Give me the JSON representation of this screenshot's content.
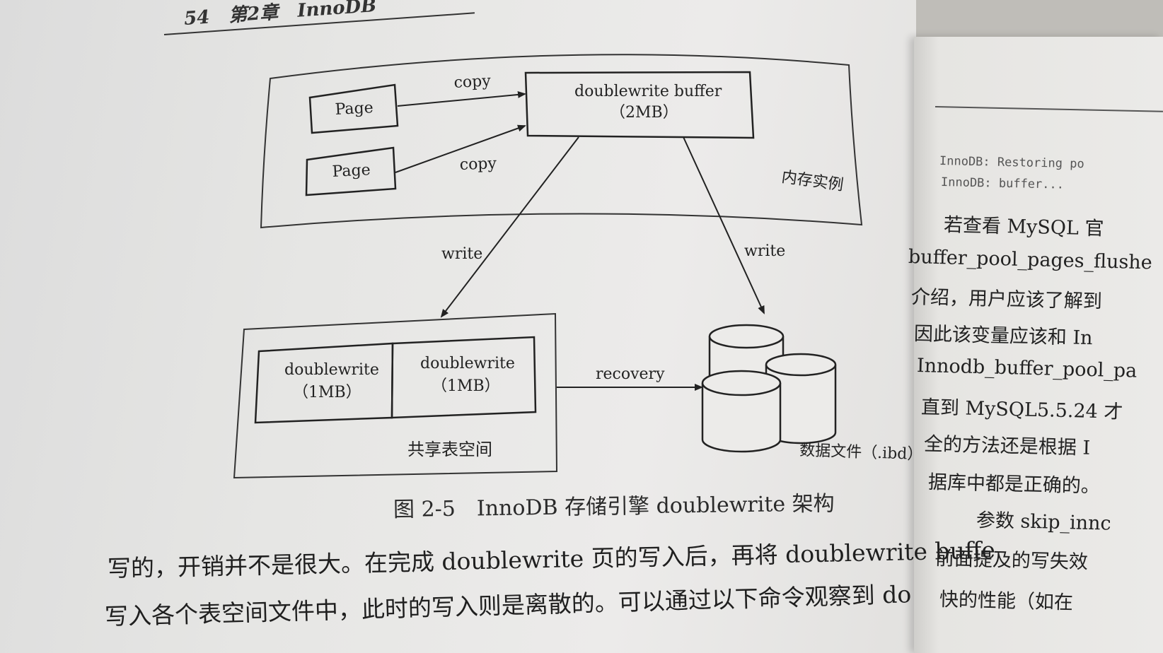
{
  "header": {
    "page_number": "54",
    "chapter": "第2章",
    "title_fragment": "InnoDB"
  },
  "diagram": {
    "page_top": "Page",
    "page_bottom": "Page",
    "copy_top": "copy",
    "copy_bottom": "copy",
    "buffer_line1": "doublewrite buffer",
    "buffer_line2": "（2MB）",
    "memory_label": "内存实例",
    "write_left": "write",
    "write_right": "write",
    "dw1_line1": "doublewrite",
    "dw1_line2": "（1MB）",
    "dw2_line1": "doublewrite",
    "dw2_line2": "（1MB）",
    "shared_label": "共享表空间",
    "recovery": "recovery",
    "data_file_label": "数据文件（.ibd）"
  },
  "caption": "图 2-5　InnoDB 存储引擎 doublewrite 架构",
  "body": {
    "line1": "写的，开销并不是很大。在完成 doublewrite 页的写入后，再将 doublewrite buffe",
    "line2": "写入各个表空间文件中，此时的写入则是离散的。可以通过以下命令观察到 do"
  },
  "right_page": {
    "code1": "InnoDB: Restoring po",
    "code2": "InnoDB: buffer...",
    "lines": [
      "若查看 MySQL 官",
      "buffer_pool_pages_flushe",
      "介绍，用户应该了解到",
      "因此该变量应该和 In",
      "Innodb_buffer_pool_pa",
      "直到 MySQL5.5.24 才",
      "全的方法还是根据 I",
      "据库中都是正确的。",
      "参数 skip_innc",
      "前面提及的写失效",
      "快的性能（如在"
    ]
  }
}
